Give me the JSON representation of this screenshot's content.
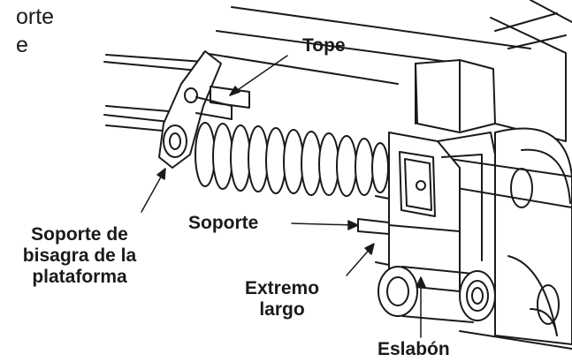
{
  "text_fragments": {
    "line1": "orte",
    "line2": "e"
  },
  "labels": {
    "tope": "Tope",
    "soporte": "Soporte",
    "soporte_bisagra": [
      "Soporte de",
      "bisagra de la",
      "plataforma"
    ],
    "extremo_largo": [
      "Extremo",
      "largo"
    ],
    "eslabon": "Eslabón"
  }
}
